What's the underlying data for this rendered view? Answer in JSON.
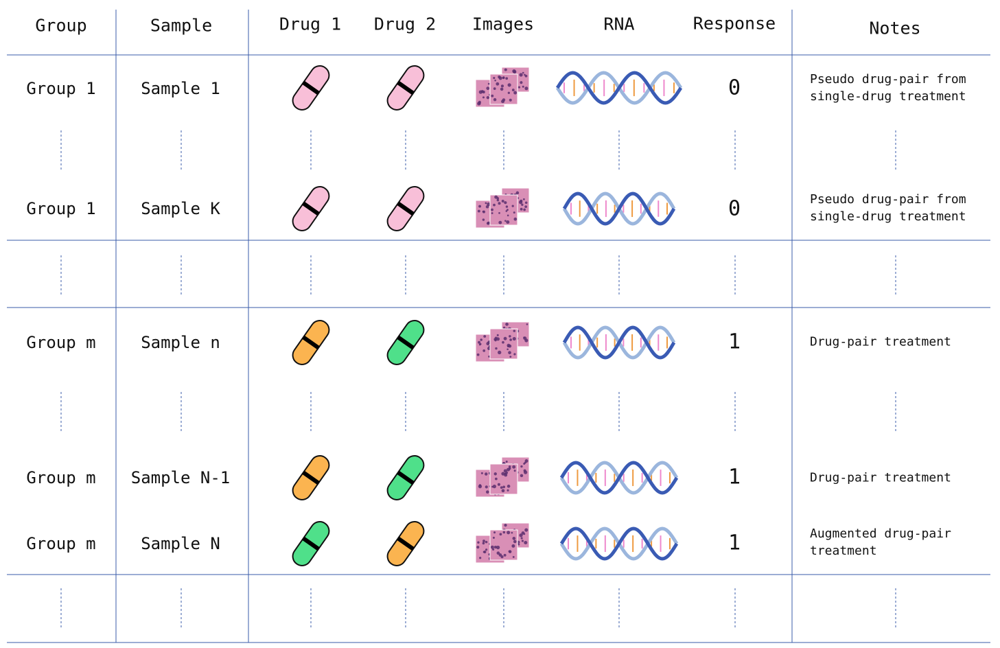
{
  "colors": {
    "grid_line": "#3a5ba8",
    "pill_pink": "#f8bfd8",
    "pill_orange": "#fbb450",
    "pill_green": "#4fe08a",
    "pill_band": "#000000",
    "helix_dark": "#3a5bb4",
    "helix_light": "#9bb6dd",
    "base_pink": "#ee88cc",
    "base_orange": "#ee9a40",
    "tissue_bg": "#d98fb6",
    "tissue_nuclei": "#5a2f6f"
  },
  "headers": {
    "group": "Group",
    "sample": "Sample",
    "drug1": "Drug 1",
    "drug2": "Drug 2",
    "images": "Images",
    "rna": "RNA",
    "response": "Response",
    "notes": "Notes"
  },
  "rows": [
    {
      "group": "Group 1",
      "sample": "Sample 1",
      "drug1": "pink",
      "drug2": "pink",
      "response": "0",
      "note": "Pseudo drug-pair from\nsingle-drug treatment"
    },
    {
      "group": "Group 1",
      "sample": "Sample K",
      "drug1": "pink",
      "drug2": "pink",
      "response": "0",
      "note": "Pseudo drug-pair from\nsingle-drug treatment"
    },
    {
      "group": "Group m",
      "sample": "Sample n",
      "drug1": "orange",
      "drug2": "green",
      "response": "1",
      "note": "Drug-pair treatment"
    },
    {
      "group": "Group m",
      "sample": "Sample N-1",
      "drug1": "orange",
      "drug2": "green",
      "response": "1",
      "note": "Drug-pair treatment"
    },
    {
      "group": "Group m",
      "sample": "Sample N",
      "drug1": "green",
      "drug2": "orange",
      "response": "1",
      "note": "Augmented drug-pair\ntreatment"
    }
  ],
  "icons": {
    "drug": "pill-capsule-icon",
    "images": "tissue-histology-icon",
    "rna": "rna-helix-icon"
  }
}
